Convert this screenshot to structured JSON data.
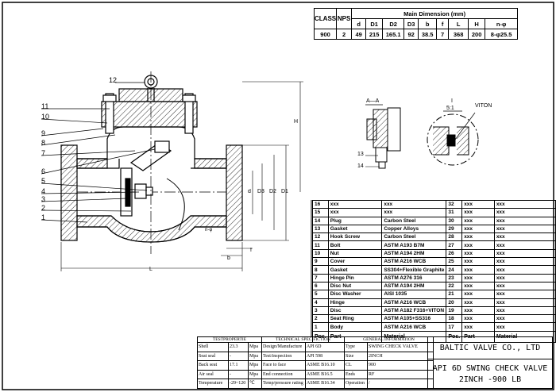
{
  "dimension_table": {
    "title": "Main Dimension (mm)",
    "col_class": "CLASS",
    "col_nps": "NPS",
    "sub_headers": [
      "d",
      "D1",
      "D2",
      "D3",
      "b",
      "f",
      "L",
      "H",
      "n-φ"
    ],
    "row": [
      "900",
      "2",
      "49",
      "215",
      "165.1",
      "92",
      "38.5",
      "7",
      "368",
      "200",
      "8-φ25.5"
    ]
  },
  "bom": {
    "rows": [
      {
        "l_pos": "16",
        "l_part": "xxx",
        "l_mat": "xxx",
        "r_pos": "32",
        "r_part": "xxx",
        "r_mat": "xxx"
      },
      {
        "l_pos": "15",
        "l_part": "xxx",
        "l_mat": "xxx",
        "r_pos": "31",
        "r_part": "xxx",
        "r_mat": "xxx"
      },
      {
        "l_pos": "14",
        "l_part": "Plug",
        "l_mat": "Carbon Steel",
        "r_pos": "30",
        "r_part": "xxx",
        "r_mat": "xxx"
      },
      {
        "l_pos": "13",
        "l_part": "Gasket",
        "l_mat": "Copper Alloys",
        "r_pos": "29",
        "r_part": "xxx",
        "r_mat": "xxx"
      },
      {
        "l_pos": "12",
        "l_part": "Hook Screw",
        "l_mat": "Carbon Steel",
        "r_pos": "28",
        "r_part": "xxx",
        "r_mat": "xxx"
      },
      {
        "l_pos": "11",
        "l_part": "Bolt",
        "l_mat": "ASTM A193 B7M",
        "r_pos": "27",
        "r_part": "xxx",
        "r_mat": "xxx"
      },
      {
        "l_pos": "10",
        "l_part": "Nut",
        "l_mat": "ASTM A194 2HM",
        "r_pos": "26",
        "r_part": "xxx",
        "r_mat": "xxx"
      },
      {
        "l_pos": "9",
        "l_part": "Cover",
        "l_mat": "ASTM A216 WCB",
        "r_pos": "25",
        "r_part": "xxx",
        "r_mat": "xxx"
      },
      {
        "l_pos": "8",
        "l_part": "Gasket",
        "l_mat": "SS304+Flexible Graphite",
        "r_pos": "24",
        "r_part": "xxx",
        "r_mat": "xxx"
      },
      {
        "l_pos": "7",
        "l_part": "Hinge Pin",
        "l_mat": "ASTM A276 316",
        "r_pos": "23",
        "r_part": "xxx",
        "r_mat": "xxx"
      },
      {
        "l_pos": "6",
        "l_part": "Disc Nut",
        "l_mat": "ASTM A194 2HM",
        "r_pos": "22",
        "r_part": "xxx",
        "r_mat": "xxx"
      },
      {
        "l_pos": "5",
        "l_part": "Disc Washer",
        "l_mat": "AISI 1035",
        "r_pos": "21",
        "r_part": "xxx",
        "r_mat": "xxx"
      },
      {
        "l_pos": "4",
        "l_part": "Hinge",
        "l_mat": "ASTM A216 WCB",
        "r_pos": "20",
        "r_part": "xxx",
        "r_mat": "xxx"
      },
      {
        "l_pos": "3",
        "l_part": "Disc",
        "l_mat": "ASTM A182 F316+VITON",
        "r_pos": "19",
        "r_part": "xxx",
        "r_mat": "xxx"
      },
      {
        "l_pos": "2",
        "l_part": "Seat Ring",
        "l_mat": "ASTM A105+SS316",
        "r_pos": "18",
        "r_part": "xxx",
        "r_mat": "xxx"
      },
      {
        "l_pos": "1",
        "l_part": "Body",
        "l_mat": "ASTM A216 WCB",
        "r_pos": "17",
        "r_part": "xxx",
        "r_mat": "xxx"
      }
    ],
    "header": {
      "pos": "Pos.",
      "part": "Part",
      "material": "Material"
    }
  },
  "info_table": {
    "headers": [
      "TESTPROPERTIE",
      "TECHNICAL SPECIFICTION",
      "GENERAL INFORMATION"
    ],
    "rows": [
      {
        "t_name": "Shell",
        "t_val": "23.3",
        "t_unit": "Mpa",
        "s_name": "Design/Manufacture",
        "s_val": "API 6D",
        "g_name": "Type",
        "g_val": "SWING CHECK VALVE"
      },
      {
        "t_name": "Seat seal",
        "t_val": "-",
        "t_unit": "Mpa",
        "s_name": "Test/inspection",
        "s_val": "API 598",
        "g_name": "Size",
        "g_val": "2INCH"
      },
      {
        "t_name": "Back seat",
        "t_val": "17.1",
        "t_unit": "Mpa",
        "s_name": "Face to face",
        "s_val": "ASME B16.10",
        "g_name": "CL",
        "g_val": "900"
      },
      {
        "t_name": "Air seal",
        "t_val": "-",
        "t_unit": "Mpa",
        "s_name": "End connection",
        "s_val": "ASME B16.5",
        "g_name": "Ends",
        "g_val": "RF"
      },
      {
        "t_name": "Temperature",
        "t_val": "-29~120",
        "t_unit": "℃",
        "s_name": "Temp/pressure rating",
        "s_val": "ASME B16.34",
        "g_name": "Operation",
        "g_val": "/"
      }
    ]
  },
  "company": {
    "name": "BALTIC VALVE CO., LTD",
    "title_line1": "API 6D SWING CHECK VALVE",
    "title_line2": "2INCH -900 LB"
  },
  "drawing": {
    "balloons": [
      "12",
      "11",
      "10",
      "9",
      "8",
      "7",
      "6",
      "5",
      "4",
      "3",
      "2",
      "1"
    ],
    "section_label": "A—A",
    "section_balloons": [
      "13",
      "14"
    ],
    "detail_label": "I",
    "detail_scale": "5:1",
    "detail_note": "VITON",
    "dim_labels": {
      "L": "L",
      "H": "H",
      "d": "d",
      "D3": "D3",
      "D2": "D2",
      "D1": "D1",
      "b": "b",
      "f": "f",
      "nphi": "n-φ"
    }
  }
}
